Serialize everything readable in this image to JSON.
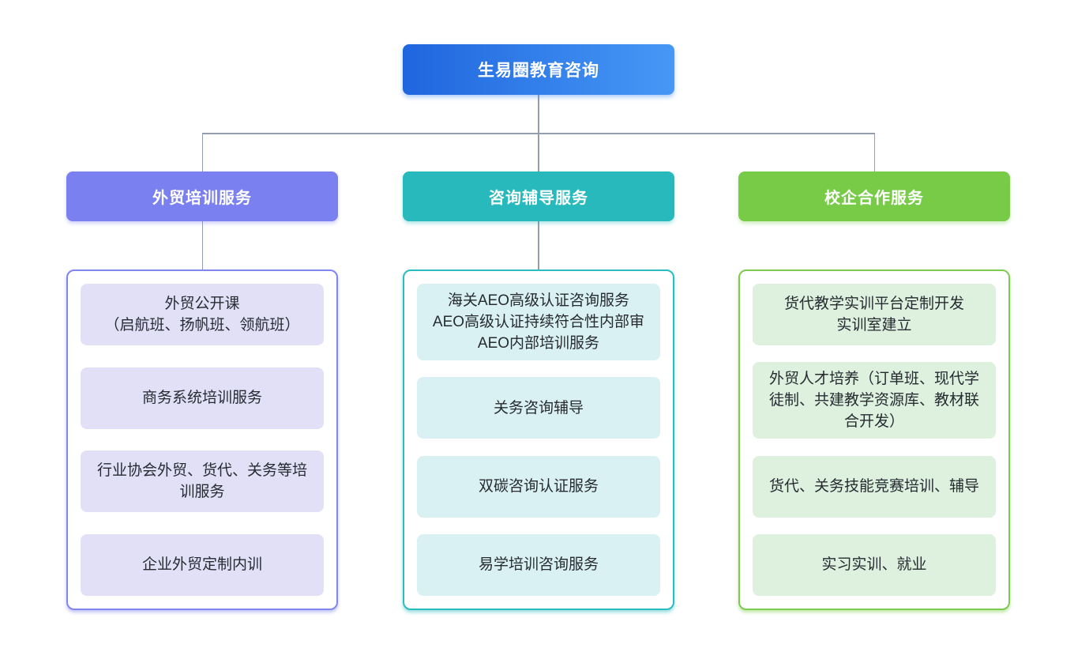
{
  "diagram": {
    "root": {
      "label": "生易圈教育咨询",
      "gradient_start": "#1f66de",
      "gradient_end": "#4698f6"
    },
    "connector_color": "#939dac",
    "branches": [
      {
        "label": "外贸培训服务",
        "header_color": "#7b80f0",
        "border_color": "#8286f2",
        "item_bg": "#e2e0f7",
        "items": [
          "外贸公开课\n（启航班、扬帆班、领航班）",
          "商务系统培训服务",
          "行业协会外贸、货代、关务等培\n训服务",
          "企业外贸定制内训"
        ]
      },
      {
        "label": "咨询辅导服务",
        "header_color": "#28b9bd",
        "border_color": "#2abdc0",
        "item_bg": "#daf1f3",
        "items": [
          "海关AEO高级认证咨询服务\nAEO高级认证持续符合性内部审\nAEO内部培训服务",
          "关务咨询辅导",
          "双碳咨询认证服务",
          "易学培训咨询服务"
        ]
      },
      {
        "label": "校企合作服务",
        "header_color": "#77cb47",
        "border_color": "#7ecb50",
        "item_bg": "#ddf1de",
        "items": [
          "货代教学实训平台定制开发\n实训室建立",
          "外贸人才培养（订单班、现代学\n徒制、共建教学资源库、教材联\n合开发）",
          "货代、关务技能竞赛培训、辅导",
          "实习实训、就业"
        ]
      }
    ]
  }
}
